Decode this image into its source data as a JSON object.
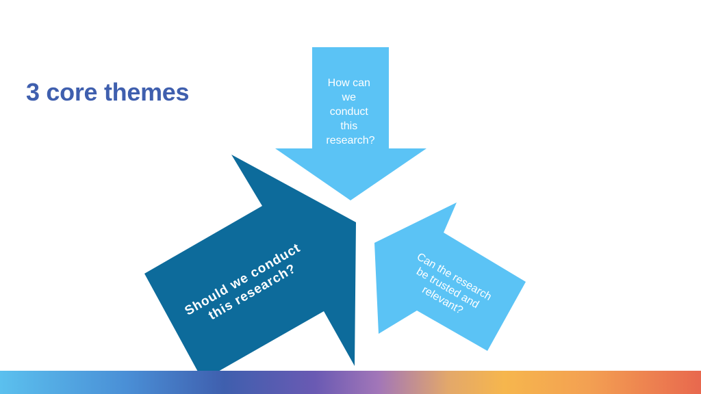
{
  "slide": {
    "title": "3 core themes"
  },
  "themes": {
    "top": {
      "lines": [
        "How can",
        "we",
        "conduct",
        "this",
        "research?"
      ]
    },
    "left": {
      "lines": [
        "Should we conduct",
        "this research?"
      ]
    },
    "right": {
      "lines": [
        "Can the research",
        "be trusted and",
        "relevant?"
      ]
    }
  },
  "colors": {
    "title": "#3f5fae",
    "arrow_light": "#5bc3f5",
    "arrow_dark": "#0d6b9b",
    "text_on_arrow": "#ffffff"
  }
}
